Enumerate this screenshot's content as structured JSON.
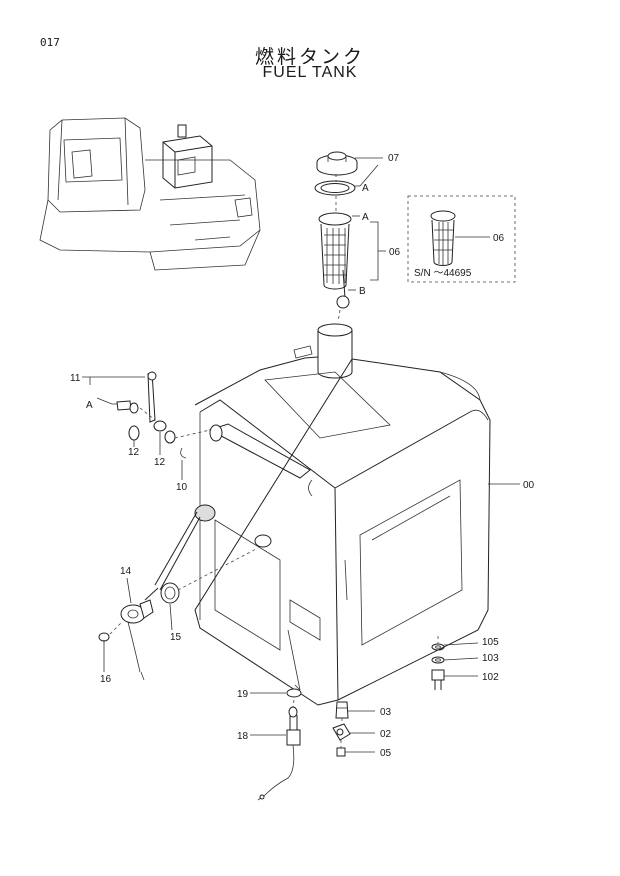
{
  "page_number": "017",
  "title_jp": "燃料タンク",
  "title_en": "FUEL TANK",
  "callouts": {
    "c00": "00",
    "c03": "03",
    "c02": "02",
    "c05": "05",
    "c06": "06",
    "c06b": "06",
    "c07": "07",
    "c10": "10",
    "c11": "11",
    "c12a": "12",
    "c12b": "12",
    "c14": "14",
    "c15": "15",
    "c16": "16",
    "c18": "18",
    "c19": "19",
    "c102": "102",
    "c103": "103",
    "c105": "105"
  },
  "refs": {
    "a1": "A",
    "a2": "A",
    "a3": "A",
    "b1": "B"
  },
  "serial_note": "S/N ～44695"
}
